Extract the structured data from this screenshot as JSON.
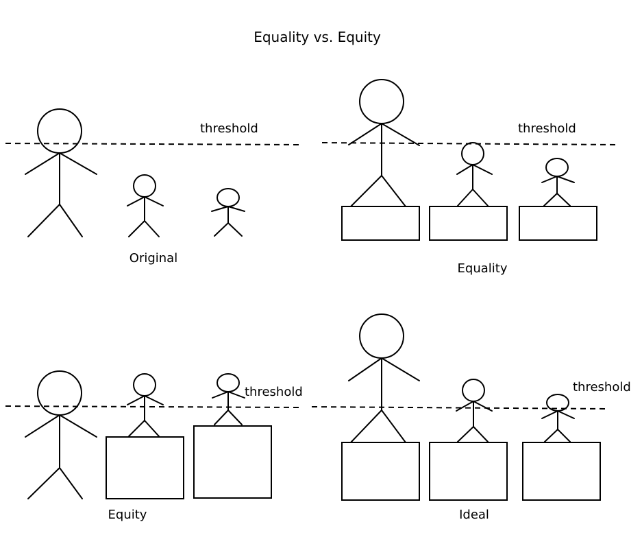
{
  "title": "Equality vs. Equity",
  "panels": [
    {
      "caption": "Original",
      "threshold_label": "threshold"
    },
    {
      "caption": "Equality",
      "threshold_label": "threshold"
    },
    {
      "caption": "Equity",
      "threshold_label": "threshold"
    },
    {
      "caption": "Ideal",
      "threshold_label": "threshold"
    }
  ]
}
